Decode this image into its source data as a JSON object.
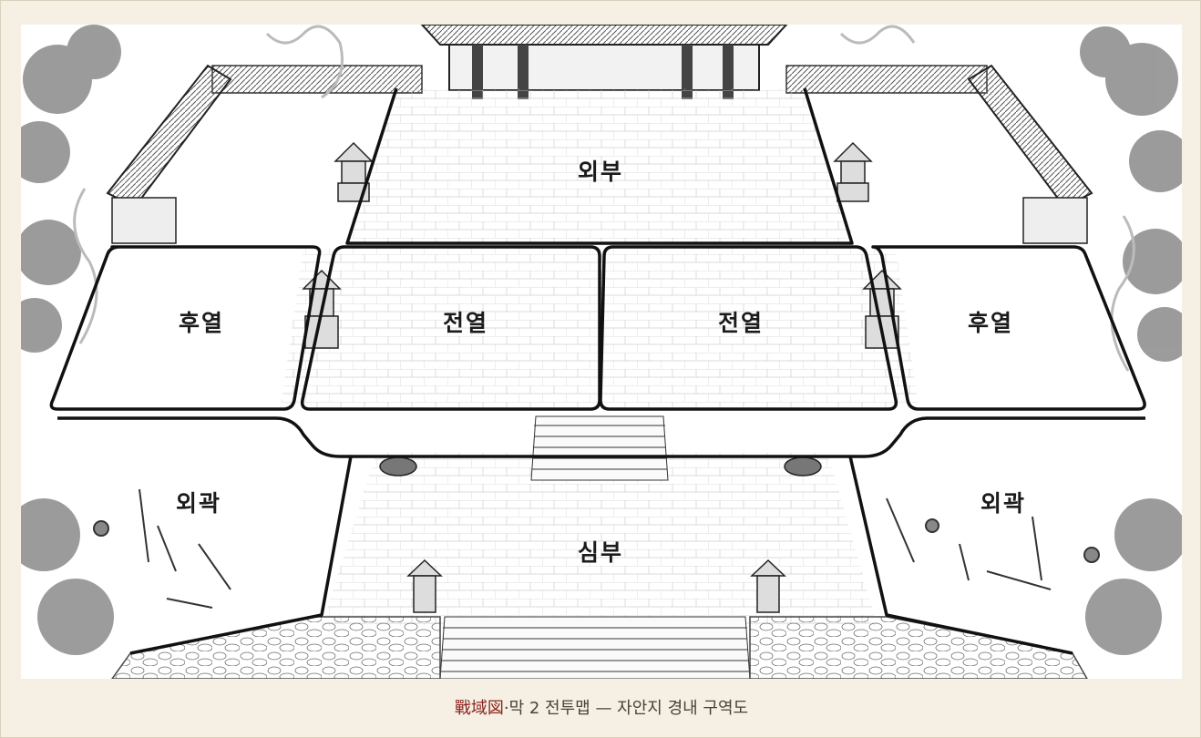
{
  "map": {
    "zones": {
      "outer": "외부",
      "front_left": "전열",
      "front_right": "전열",
      "rear_left": "후열",
      "rear_right": "후열",
      "flank_left": "외곽",
      "flank_right": "외곽",
      "inner": "심부"
    }
  },
  "caption": {
    "accent": "戰域図",
    "text": "·막 2 전투맵 — 자안지 경내 구역도"
  },
  "colors": {
    "accent": "#8b2520",
    "frame_bg": "#f6f0e4",
    "line": "#111111"
  }
}
